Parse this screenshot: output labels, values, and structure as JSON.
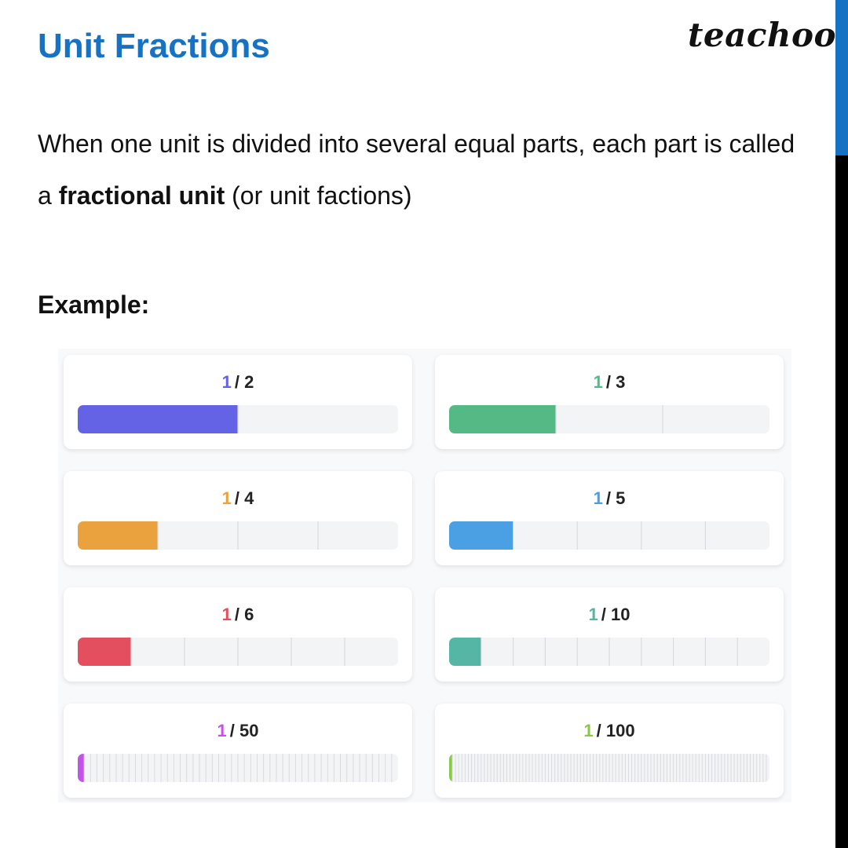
{
  "header": {
    "title": "Unit Fractions",
    "logo_text": "teachoo"
  },
  "intro": {
    "text_before": "When one unit is divided into several equal parts, each part is called a ",
    "bold_term": "fractional unit",
    "text_after": " (or unit factions)"
  },
  "example_label": "Example:",
  "colors": {
    "title": "#1673c4",
    "side_bar_accent": "#1673c4",
    "side_bar": "#000000",
    "bar_track": "#f3f4f6",
    "divider": "#d9dbe0"
  },
  "fractions": [
    {
      "numerator": "1",
      "denominator": "2",
      "parts": 2,
      "fill": 0.5,
      "color": "#6462e5"
    },
    {
      "numerator": "1",
      "denominator": "3",
      "parts": 3,
      "fill": 0.3333,
      "color": "#55b985"
    },
    {
      "numerator": "1",
      "denominator": "4",
      "parts": 4,
      "fill": 0.25,
      "color": "#e9a23d"
    },
    {
      "numerator": "1",
      "denominator": "5",
      "parts": 5,
      "fill": 0.2,
      "color": "#4aa0e3"
    },
    {
      "numerator": "1",
      "denominator": "6",
      "parts": 6,
      "fill": 0.1667,
      "color": "#e44f5f"
    },
    {
      "numerator": "1",
      "denominator": "10",
      "parts": 10,
      "fill": 0.1,
      "color": "#55b6a5"
    },
    {
      "numerator": "1",
      "denominator": "50",
      "parts": 50,
      "fill": 0.02,
      "color": "#c451e8"
    },
    {
      "numerator": "1",
      "denominator": "100",
      "parts": 100,
      "fill": 0.01,
      "color": "#88c94a"
    }
  ]
}
